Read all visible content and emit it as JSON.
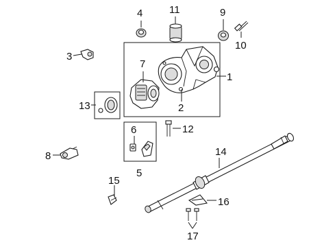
{
  "callouts": {
    "c1": "1",
    "c2": "2",
    "c3": "3",
    "c4": "4",
    "c5": "5",
    "c6": "6",
    "c7": "7",
    "c8": "8",
    "c9": "9",
    "c10": "10",
    "c11": "11",
    "c12": "12",
    "c13": "13",
    "c14": "14",
    "c15": "15",
    "c16": "16",
    "c17": "17"
  },
  "colors": {
    "line": "#1a1a1a",
    "background": "#ffffff",
    "shade": "#dcdcdc"
  }
}
